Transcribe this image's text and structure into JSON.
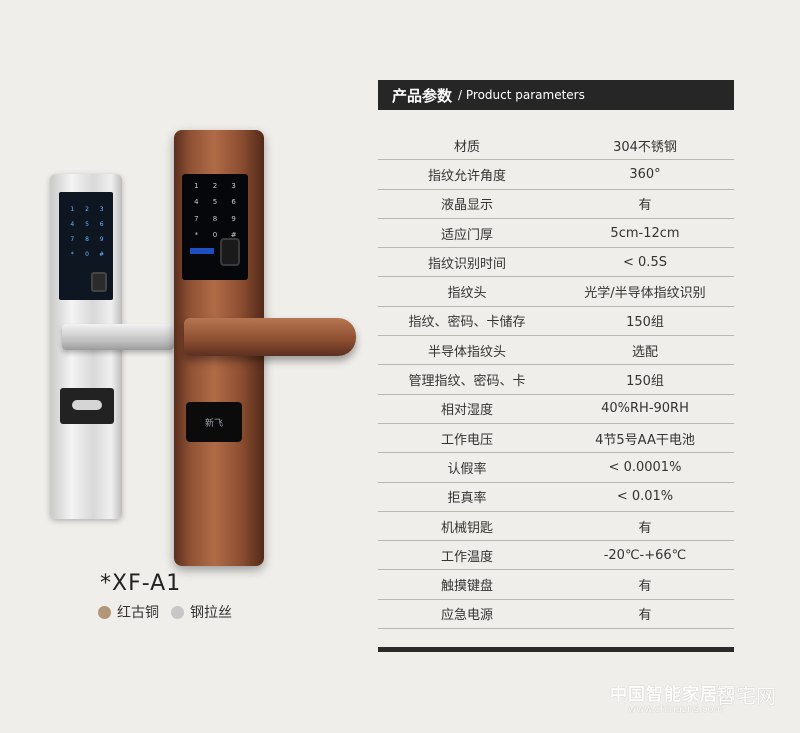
{
  "product": {
    "model": "*XF-A1",
    "colors": [
      {
        "label": "红古铜",
        "swatch": "#b39677"
      },
      {
        "label": "钢拉丝",
        "swatch": "#c7c7c7"
      }
    ],
    "keypad": [
      "1",
      "2",
      "3",
      "4",
      "5",
      "6",
      "7",
      "8",
      "9",
      "*",
      "0",
      "#"
    ],
    "badge_text": "新飞"
  },
  "params": {
    "title_zh": "产品参数",
    "title_en": "/ Product parameters",
    "rows": [
      {
        "k": "材质",
        "v": "304不锈钢"
      },
      {
        "k": "指纹允许角度",
        "v": "360°"
      },
      {
        "k": "液晶显示",
        "v": "有"
      },
      {
        "k": "适应门厚",
        "v": "5cm-12cm"
      },
      {
        "k": "指纹识别时间",
        "v": "< 0.5S"
      },
      {
        "k": "指纹头",
        "v": "光学/半导体指纹识别"
      },
      {
        "k": "指纹、密码、卡储存",
        "v": "150组"
      },
      {
        "k": "半导体指纹头",
        "v": "选配"
      },
      {
        "k": "管理指纹、密码、卡",
        "v": "150组"
      },
      {
        "k": "相对湿度",
        "v": "40%RH-90RH"
      },
      {
        "k": "工作电压",
        "v": "4节5号AA干电池"
      },
      {
        "k": "认假率",
        "v": "< 0.0001%"
      },
      {
        "k": "拒真率",
        "v": "< 0.01%"
      },
      {
        "k": "机械钥匙",
        "v": "有"
      },
      {
        "k": "工作温度",
        "v": "-20℃-+66℃"
      },
      {
        "k": "触摸键盘",
        "v": "有"
      },
      {
        "k": "应急电源",
        "v": "有"
      }
    ]
  },
  "watermark": {
    "site_zh": "中国智能家居网",
    "url": "www.chinazns.com",
    "brand": "智宅网"
  }
}
